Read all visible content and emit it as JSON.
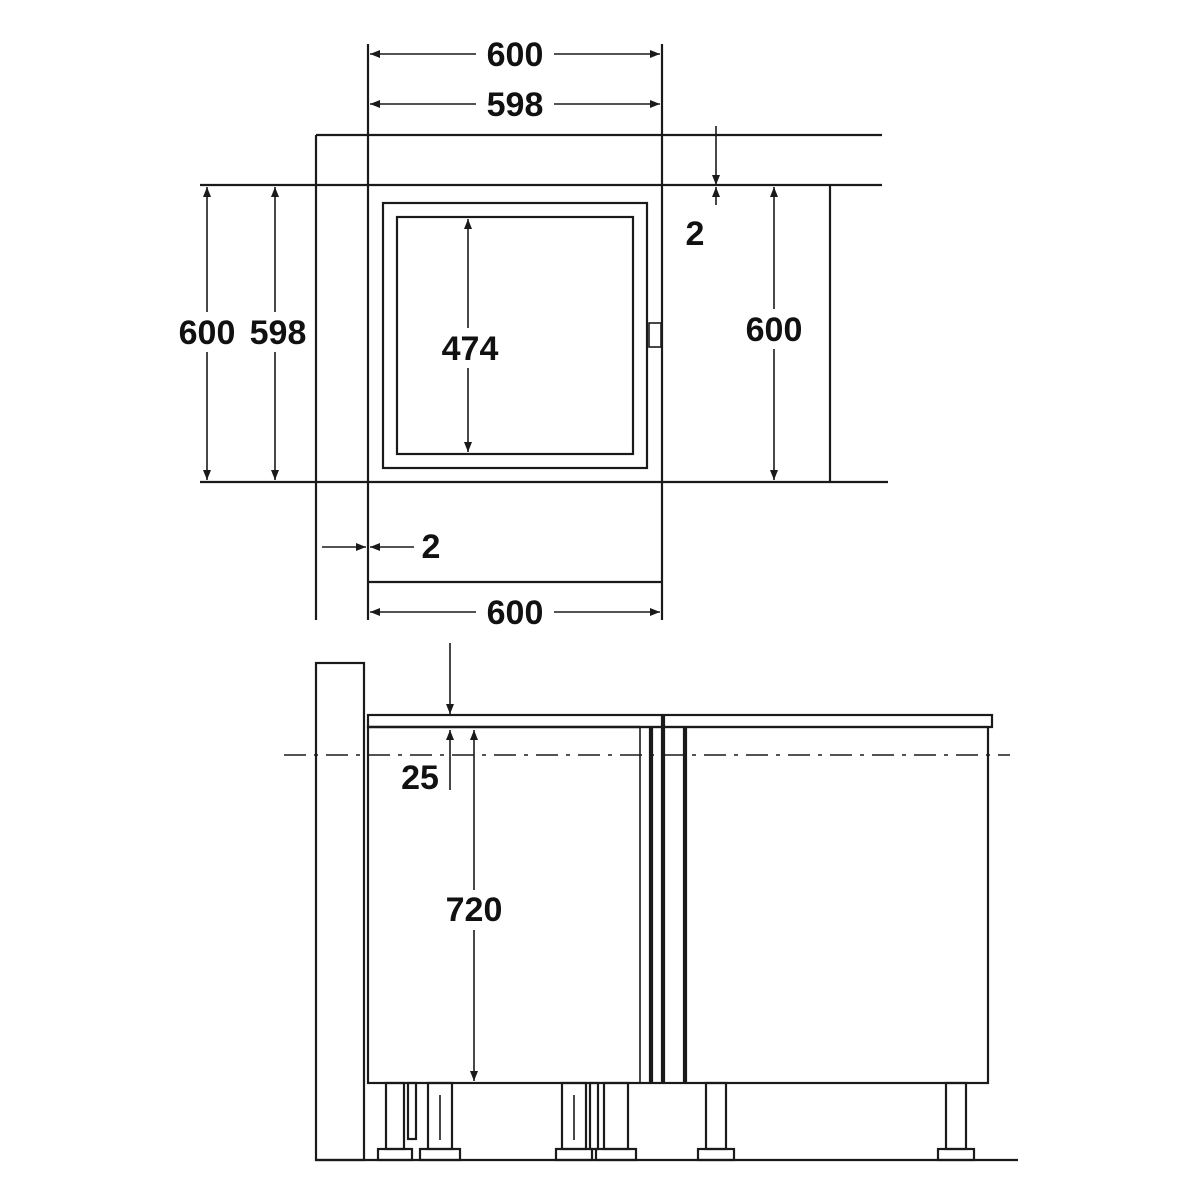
{
  "plan_view": {
    "dim_total_width": "600",
    "dim_inner_width": "598",
    "dim_total_depth": "600",
    "dim_inner_depth": "598",
    "dim_right_depth": "600",
    "dim_window_height": "474",
    "dim_gap_top": "2",
    "dim_gap_left": "2",
    "dim_bottom_width": "600"
  },
  "side_view": {
    "dim_worktop": "25",
    "dim_height": "720"
  },
  "colors": {
    "line": "#1a1a1a",
    "background": "#ffffff"
  }
}
